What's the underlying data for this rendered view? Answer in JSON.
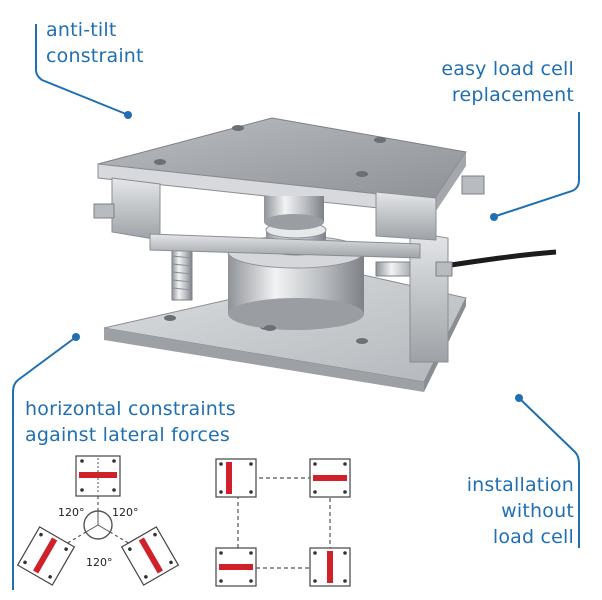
{
  "callouts": {
    "anti_tilt": [
      "anti-tilt",
      "constraint"
    ],
    "easy_replacement": [
      "easy load cell",
      "replacement"
    ],
    "horizontal": [
      "horizontal constraints",
      "against lateral forces"
    ],
    "installation": [
      "installation",
      "without",
      "load cell"
    ]
  },
  "diagram": {
    "angle_labels": [
      "120°",
      "120°",
      "120°"
    ]
  },
  "colors": {
    "accent_blue": "#1f6fb2",
    "constraint_red": "#d0202a",
    "metal": "#c8cbcf"
  }
}
